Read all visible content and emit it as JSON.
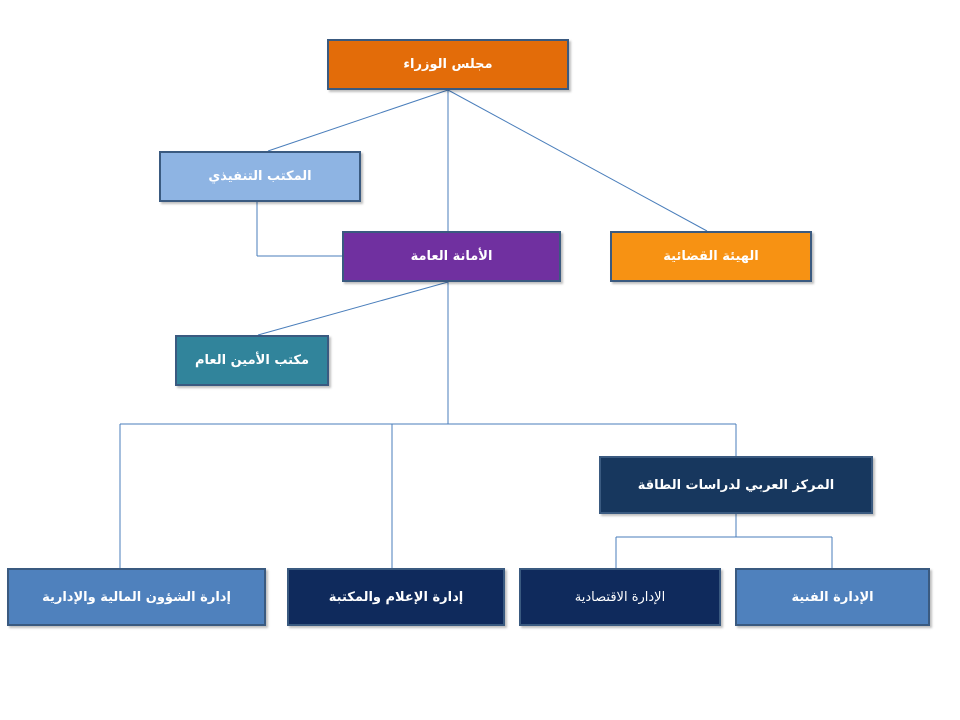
{
  "diagram": {
    "nodes": [
      {
        "id": "council",
        "label": "مجلس الوزراء",
        "color": "#e36c09"
      },
      {
        "id": "exec",
        "label": "المكتب التنفيذي",
        "color": "#8eb4e3"
      },
      {
        "id": "secgen",
        "label": "الأمانة العامة",
        "color": "#7030a0"
      },
      {
        "id": "judicial",
        "label": "الهيئة القضائية",
        "color": "#f79213"
      },
      {
        "id": "sgoffice",
        "label": "مكتب الأمين العام",
        "color": "#31849b"
      },
      {
        "id": "energy",
        "label": "المركز العربي لدراسات الطاقة",
        "color": "#17375e"
      },
      {
        "id": "finadmin",
        "label": "إدارة الشؤون المالية والإدارية",
        "color": "#4f81bd"
      },
      {
        "id": "media",
        "label": "إدارة الإعلام والمكتبة",
        "color": "#0f2a5c"
      },
      {
        "id": "econ",
        "label": "الإدارة الاقتصادية",
        "color": "#0f2a5c"
      },
      {
        "id": "tech",
        "label": "الإدارة الفنية",
        "color": "#4f81bd"
      }
    ],
    "edges": [
      {
        "from": "council",
        "to": "exec"
      },
      {
        "from": "council",
        "to": "secgen"
      },
      {
        "from": "council",
        "to": "judicial"
      },
      {
        "from": "exec",
        "to": "secgen"
      },
      {
        "from": "secgen",
        "to": "sgoffice"
      },
      {
        "from": "secgen",
        "to": "finadmin"
      },
      {
        "from": "secgen",
        "to": "media"
      },
      {
        "from": "secgen",
        "to": "energy"
      },
      {
        "from": "energy",
        "to": "econ"
      },
      {
        "from": "energy",
        "to": "tech"
      }
    ],
    "connector_color": "#4a7ebb"
  }
}
